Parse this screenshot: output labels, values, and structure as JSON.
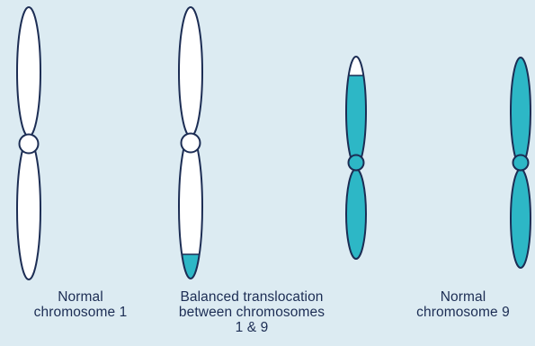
{
  "colors": {
    "background": "#dcebf2",
    "outline": "#1c2d54",
    "chromosome_9_fill": "#2db7c6",
    "empty_fill": "#ffffff"
  },
  "captions": {
    "normal_chromosome_1": {
      "line1": "Normal",
      "line2": "chromosome 1"
    },
    "balanced_translocation": {
      "line1": "Balanced translocation",
      "line2": "between chromosomes",
      "line3": "1 & 9"
    },
    "normal_chromosome_9": {
      "line1": "Normal",
      "line2": "chromosome 9"
    }
  }
}
